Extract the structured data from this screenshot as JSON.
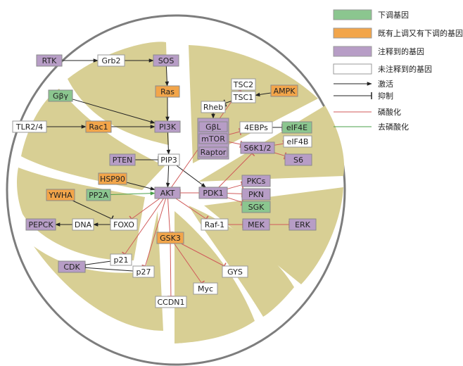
{
  "colors": {
    "down": "#8bc68f",
    "up_and_down": "#f2a54a",
    "annotated": "#b79dc6",
    "unannotated": "#ffffff",
    "lemon_flesh": "#d8cf94",
    "lemon_rind": "#7d7d7d",
    "activate": "#222222",
    "inhibit": "#222222",
    "phos": "#d05a5a",
    "dephos": "#4aa04a"
  },
  "legend": [
    {
      "id": "down",
      "kind": "box",
      "label": "下调基因"
    },
    {
      "id": "up_and_down",
      "kind": "box",
      "label": "既有上调又有下调的基因"
    },
    {
      "id": "annotated",
      "kind": "box",
      "label": "注释到的基因"
    },
    {
      "id": "unannotated",
      "kind": "box",
      "label": "未注释到的基因"
    },
    {
      "id": "activate",
      "kind": "line",
      "label": "激活"
    },
    {
      "id": "inhibit",
      "kind": "line",
      "label": "抑制"
    },
    {
      "id": "phos",
      "kind": "line",
      "label": "磷酸化"
    },
    {
      "id": "dephos",
      "kind": "line",
      "label": "去磷酸化"
    }
  ],
  "nodes": [
    {
      "id": "RTK",
      "label": "RTK",
      "status": "annotated"
    },
    {
      "id": "Grb2",
      "label": "Grb2",
      "status": "unannotated"
    },
    {
      "id": "SOS",
      "label": "SOS",
      "status": "annotated"
    },
    {
      "id": "Gby",
      "label": "Gβγ",
      "status": "down"
    },
    {
      "id": "Ras",
      "label": "Ras",
      "status": "up_and_down"
    },
    {
      "id": "TLR24",
      "label": "TLR2/4",
      "status": "unannotated"
    },
    {
      "id": "Rac1",
      "label": "Rac1",
      "status": "up_and_down"
    },
    {
      "id": "PI3K",
      "label": "PI3K",
      "status": "annotated"
    },
    {
      "id": "PTEN",
      "label": "PTEN",
      "status": "annotated"
    },
    {
      "id": "PIP3",
      "label": "PIP3",
      "status": "unannotated"
    },
    {
      "id": "HSP90",
      "label": "HSP90",
      "status": "up_and_down"
    },
    {
      "id": "PP2A",
      "label": "PP2A",
      "status": "down"
    },
    {
      "id": "YWHA",
      "label": "YWHA",
      "status": "up_and_down"
    },
    {
      "id": "AKT",
      "label": "AKT",
      "status": "annotated"
    },
    {
      "id": "PEPCK",
      "label": "PEPCK",
      "status": "annotated"
    },
    {
      "id": "DNA",
      "label": "DNA",
      "status": "unannotated"
    },
    {
      "id": "FOXO",
      "label": "FOXO",
      "status": "unannotated"
    },
    {
      "id": "TSC2",
      "label": "TSC2",
      "status": "unannotated"
    },
    {
      "id": "TSC1",
      "label": "TSC1",
      "status": "unannotated"
    },
    {
      "id": "AMPK",
      "label": "AMPK",
      "status": "up_and_down"
    },
    {
      "id": "Rheb",
      "label": "Rheb",
      "status": "unannotated"
    },
    {
      "id": "mTORC",
      "label": "",
      "status": "annotated"
    },
    {
      "id": "GbL",
      "label": "GβL",
      "status": "annotated"
    },
    {
      "id": "mTOR",
      "label": "mTOR",
      "status": "annotated"
    },
    {
      "id": "Raptor",
      "label": "Raptor",
      "status": "annotated"
    },
    {
      "id": "4EBPs",
      "label": "4EBPs",
      "status": "unannotated"
    },
    {
      "id": "eIF4E",
      "label": "eIF4E",
      "status": "down"
    },
    {
      "id": "S6K12",
      "label": "S6K1/2",
      "status": "annotated"
    },
    {
      "id": "eIF4B",
      "label": "eIF4B",
      "status": "unannotated"
    },
    {
      "id": "S6",
      "label": "S6",
      "status": "annotated"
    },
    {
      "id": "PDK1",
      "label": "PDK1",
      "status": "annotated"
    },
    {
      "id": "PKCs",
      "label": "PKCs",
      "status": "annotated"
    },
    {
      "id": "PKN",
      "label": "PKN",
      "status": "annotated"
    },
    {
      "id": "SGK",
      "label": "SGK",
      "status": "down"
    },
    {
      "id": "Raf1",
      "label": "Raf-1",
      "status": "unannotated"
    },
    {
      "id": "MEK",
      "label": "MEK",
      "status": "annotated"
    },
    {
      "id": "ERK",
      "label": "ERK",
      "status": "annotated"
    },
    {
      "id": "GSK3",
      "label": "GSK3",
      "status": "up_and_down"
    },
    {
      "id": "p21",
      "label": "p21",
      "status": "unannotated"
    },
    {
      "id": "p27",
      "label": "p27",
      "status": "unannotated"
    },
    {
      "id": "CDK",
      "label": "CDK",
      "status": "annotated"
    },
    {
      "id": "GYS",
      "label": "GYS",
      "status": "unannotated"
    },
    {
      "id": "Myc",
      "label": "Myc",
      "status": "unannotated"
    },
    {
      "id": "CCDN1",
      "label": "CCDN1",
      "status": "unannotated"
    }
  ],
  "edges": [
    {
      "from": "RTK",
      "to": "Grb2",
      "type": "activate"
    },
    {
      "from": "Grb2",
      "to": "SOS",
      "type": "activate"
    },
    {
      "from": "SOS",
      "to": "Ras",
      "type": "activate"
    },
    {
      "from": "Ras",
      "to": "PI3K",
      "type": "activate"
    },
    {
      "from": "Gby",
      "to": "PI3K",
      "type": "activate"
    },
    {
      "from": "TLR24",
      "to": "Rac1",
      "type": "activate"
    },
    {
      "from": "Rac1",
      "to": "PI3K",
      "type": "activate"
    },
    {
      "from": "PI3K",
      "to": "PIP3",
      "type": "activate"
    },
    {
      "from": "PTEN",
      "to": "PIP3",
      "type": "inhibit"
    },
    {
      "from": "PIP3",
      "to": "AKT",
      "type": "activate"
    },
    {
      "from": "PIP3",
      "to": "PDK1",
      "type": "activate"
    },
    {
      "from": "HSP90",
      "to": "AKT",
      "type": "activate"
    },
    {
      "from": "PP2A",
      "to": "AKT",
      "type": "dephos"
    },
    {
      "from": "YWHA",
      "to": "FOXO",
      "type": "inhibit"
    },
    {
      "from": "PDK1",
      "to": "AKT",
      "type": "phos"
    },
    {
      "from": "AKT",
      "to": "FOXO",
      "type": "phos"
    },
    {
      "from": "FOXO",
      "to": "DNA",
      "type": "activate"
    },
    {
      "from": "DNA",
      "to": "PEPCK",
      "type": "activate"
    },
    {
      "from": "AKT",
      "to": "TSC2",
      "type": "phos"
    },
    {
      "from": "AMPK",
      "to": "TSC1",
      "type": "activate"
    },
    {
      "from": "TSC1",
      "to": "Rheb",
      "type": "inhibit"
    },
    {
      "from": "Rheb",
      "to": "mTORC",
      "type": "activate"
    },
    {
      "from": "mTORC",
      "to": "4EBPs",
      "type": "phos"
    },
    {
      "from": "4EBPs",
      "to": "eIF4E",
      "type": "inhibit"
    },
    {
      "from": "mTORC",
      "to": "S6K12",
      "type": "phos"
    },
    {
      "from": "S6K12",
      "to": "eIF4B",
      "type": "phos"
    },
    {
      "from": "S6K12",
      "to": "S6",
      "type": "phos"
    },
    {
      "from": "PDK1",
      "to": "S6K12",
      "type": "phos"
    },
    {
      "from": "PDK1",
      "to": "PKCs",
      "type": "phos"
    },
    {
      "from": "PDK1",
      "to": "PKN",
      "type": "phos"
    },
    {
      "from": "PDK1",
      "to": "SGK",
      "type": "phos"
    },
    {
      "from": "AKT",
      "to": "Raf1",
      "type": "phos"
    },
    {
      "from": "Raf1",
      "to": "MEK",
      "type": "phos"
    },
    {
      "from": "MEK",
      "to": "ERK",
      "type": "phos"
    },
    {
      "from": "AKT",
      "to": "GSK3",
      "type": "phos"
    },
    {
      "from": "AKT",
      "to": "p21",
      "type": "phos"
    },
    {
      "from": "AKT",
      "to": "p27",
      "type": "phos"
    },
    {
      "from": "p21",
      "to": "CDK",
      "type": "inhibit"
    },
    {
      "from": "p27",
      "to": "CDK",
      "type": "inhibit"
    },
    {
      "from": "GSK3",
      "to": "GYS",
      "type": "phos"
    },
    {
      "from": "GSK3",
      "to": "Myc",
      "type": "phos"
    },
    {
      "from": "GSK3",
      "to": "CCDN1",
      "type": "phos"
    }
  ]
}
